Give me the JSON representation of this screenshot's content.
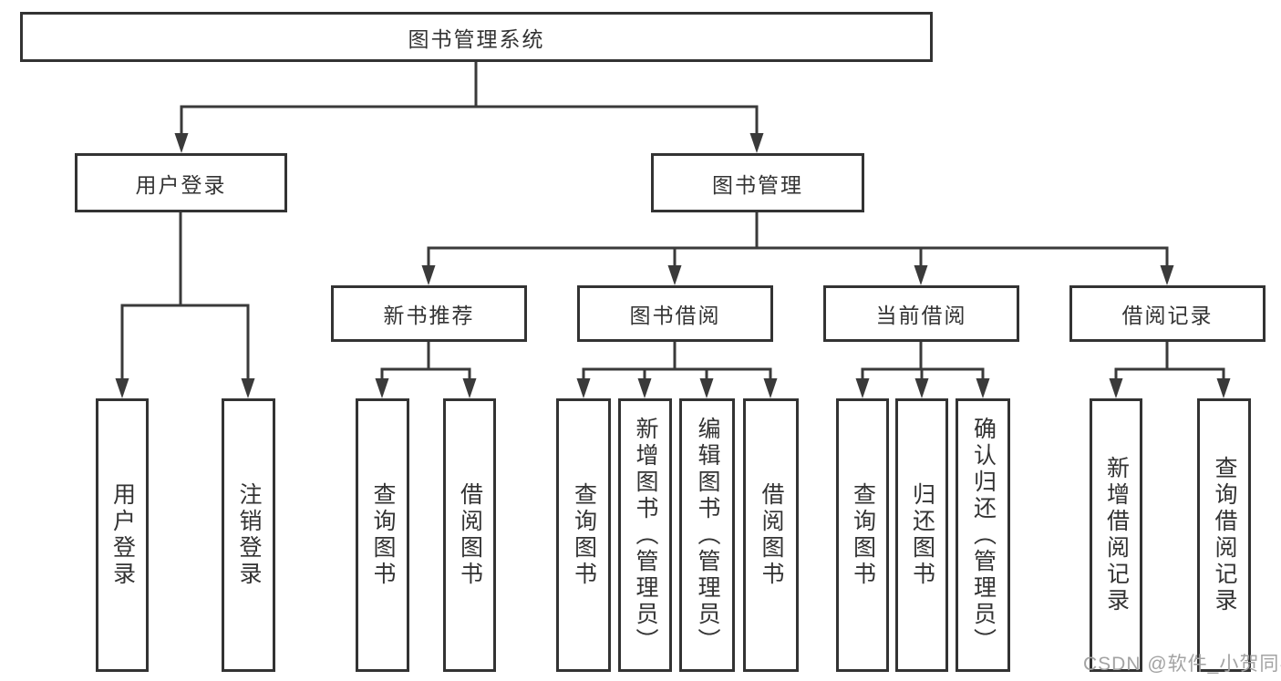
{
  "diagram": {
    "root": {
      "label": "图书管理系统"
    },
    "branches": [
      {
        "label": "用户登录",
        "children": [
          {
            "label": "用户登录"
          },
          {
            "label": "注销登录"
          }
        ]
      },
      {
        "label": "图书管理",
        "children": [
          {
            "label": "新书推荐",
            "children": [
              {
                "label": "查询图书"
              },
              {
                "label": "借阅图书"
              }
            ]
          },
          {
            "label": "图书借阅",
            "children": [
              {
                "label": "查询图书"
              },
              {
                "label": "新增图书（管理员）"
              },
              {
                "label": "编辑图书（管理员）"
              },
              {
                "label": "借阅图书"
              }
            ]
          },
          {
            "label": "当前借阅",
            "children": [
              {
                "label": "查询图书"
              },
              {
                "label": "归还图书"
              },
              {
                "label": "确认归还（管理员）"
              }
            ]
          },
          {
            "label": "借阅记录",
            "children": [
              {
                "label": "新增借阅记录"
              },
              {
                "label": "查询借阅记录"
              }
            ]
          }
        ]
      }
    ]
  },
  "watermark": {
    "text": "CSDN @软件_小贺同学"
  },
  "colors": {
    "line": "#3a3a3a",
    "box_border": "#333333",
    "box_fill": "#ffffff",
    "text": "#333333",
    "watermark": "#a3a3a3",
    "background": "#ffffff"
  }
}
